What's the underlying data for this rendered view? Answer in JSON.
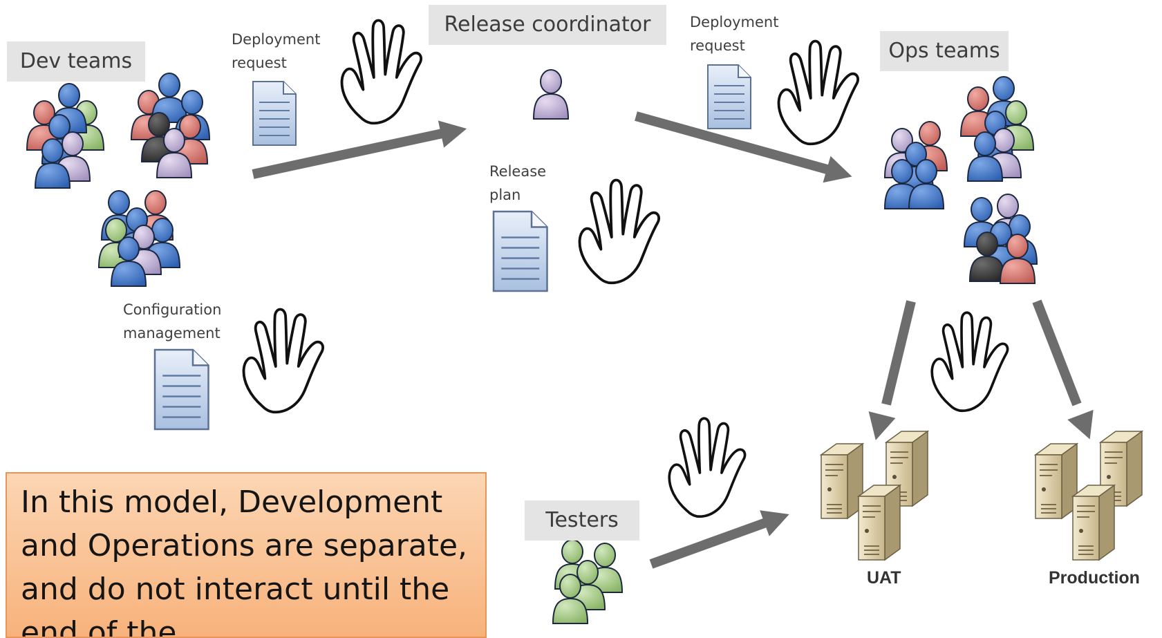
{
  "labels": {
    "dev_teams": "Dev teams",
    "release_coordinator": "Release coordinator",
    "ops_teams": "Ops teams",
    "testers": "Testers"
  },
  "docs": {
    "deployment_request_1": [
      "Deployment",
      "request"
    ],
    "deployment_request_2": [
      "Deployment",
      "request"
    ],
    "release_plan": [
      "Release",
      "plan"
    ],
    "configuration_management": [
      "Configuration",
      "management"
    ]
  },
  "environments": {
    "uat": "UAT",
    "production": "Production"
  },
  "note": "In this model, Development and Operations are separate, and do not interact until the end of the",
  "colors": {
    "arrow": "#6d6d6d",
    "tag_bg": "#e4e4e4",
    "note_bg": "#f9c091",
    "note_border": "#e79658",
    "person_blue": "#3f76c8",
    "person_red": "#d67b74",
    "person_green": "#a7cc87",
    "person_lilac": "#c5b6d8",
    "person_dark": "#3d3d3d",
    "doc_blue": "#b8cbe4",
    "server": "#d8c9a1"
  }
}
